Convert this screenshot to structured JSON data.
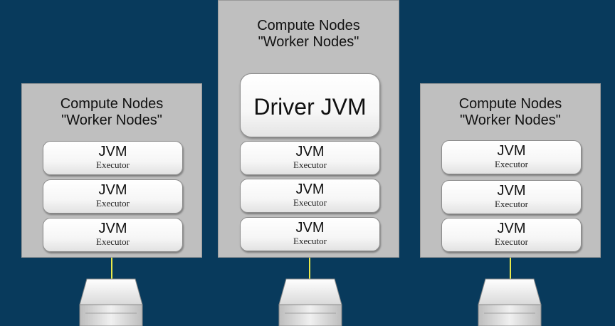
{
  "nodes": [
    {
      "title_line1": "Compute Nodes",
      "title_line2": "\"Worker Nodes\"",
      "executors": [
        {
          "label": "JVM",
          "sub": "Executor"
        },
        {
          "label": "JVM",
          "sub": "Executor"
        },
        {
          "label": "JVM",
          "sub": "Executor"
        }
      ]
    },
    {
      "title_line1": "Compute Nodes",
      "title_line2": "\"Worker Nodes\"",
      "driver": "Driver JVM",
      "executors": [
        {
          "label": "JVM",
          "sub": "Executor"
        },
        {
          "label": "JVM",
          "sub": "Executor"
        },
        {
          "label": "JVM",
          "sub": "Executor"
        }
      ]
    },
    {
      "title_line1": "Compute Nodes",
      "title_line2": "\"Worker Nodes\"",
      "executors": [
        {
          "label": "JVM",
          "sub": "Executor"
        },
        {
          "label": "JVM",
          "sub": "Executor"
        },
        {
          "label": "JVM",
          "sub": "Executor"
        }
      ]
    }
  ],
  "colors": {
    "background": "#083a5c",
    "node_box": "#bfbfbf",
    "cable": "#e8e84a"
  },
  "icons": [
    "server-icon",
    "server-icon",
    "server-icon"
  ]
}
